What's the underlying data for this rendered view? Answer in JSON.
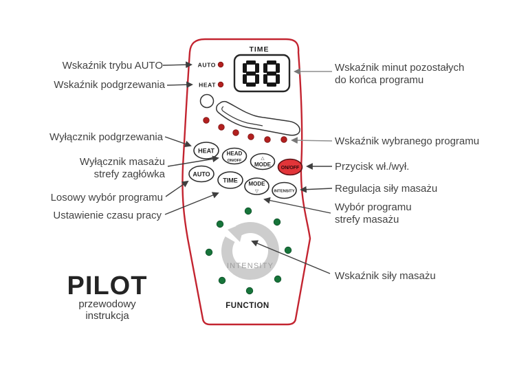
{
  "colors": {
    "outline_red": "#c32430",
    "button_red": "#e23539",
    "led_red": "#b2201f",
    "led_green": "#17743a",
    "swirl_gray": "#cdcdcd",
    "label_gray": "#424242"
  },
  "remote": {
    "time_label": "TIME",
    "display_value": "88",
    "indicators": {
      "auto": "AUTO",
      "heat": "HEAT"
    },
    "buttons": {
      "heat": "HEAT",
      "head_line1": "HEAD",
      "head_line2": "ON/OFF",
      "mode_up_symbol": "△",
      "mode_up_label": "MODE",
      "on_off": "ON/OFF",
      "auto": "AUTO",
      "time": "TIME",
      "mode_down_label": "MODE",
      "mode_down_symbol": "▽",
      "intensity": "INTENSITY"
    },
    "intensity_label": "INTENSITY",
    "function_label": "FUNCTION"
  },
  "callouts": {
    "left": [
      {
        "text": "Wskaźnik trybu AUTO"
      },
      {
        "text": "Wskaźnik podgrzewania"
      },
      {
        "text": "Wyłącznik podgrzewania"
      },
      {
        "line1": "Wyłącznik masażu",
        "line2": "strefy zagłówka"
      },
      {
        "text": "Losowy wybór programu"
      },
      {
        "text": "Ustawienie czasu pracy"
      }
    ],
    "right": [
      {
        "line1": "Wskaźnik minut pozostałych",
        "line2": "do końca programu"
      },
      {
        "text": "Wskaźnik wybranego programu"
      },
      {
        "text": "Przycisk wł./wył."
      },
      {
        "text": "Regulacja siły masażu"
      },
      {
        "line1": "Wybór programu",
        "line2": "strefy masażu"
      },
      {
        "text": "Wskaźnik siły masażu"
      }
    ]
  },
  "title": {
    "main": "PILOT",
    "sub1": "przewodowy",
    "sub2": "instrukcja"
  }
}
